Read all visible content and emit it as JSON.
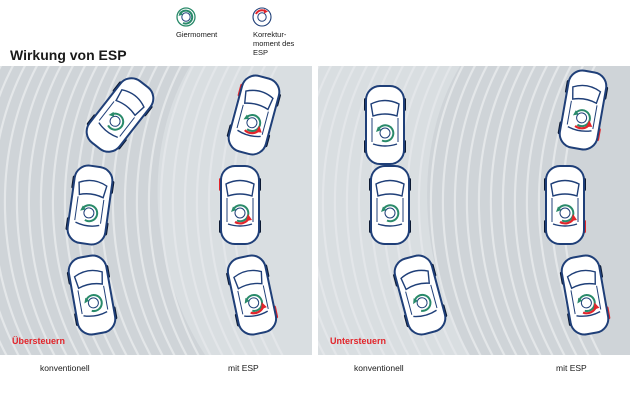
{
  "title": "Wirkung von ESP",
  "legend": {
    "yaw_label": "Giermoment",
    "correction_label_lines": [
      "Korrektur-",
      "moment des",
      "ESP"
    ]
  },
  "panels": [
    {
      "case_label": "Übersteuern",
      "left_label": "konventionell",
      "right_label": "mit ESP"
    },
    {
      "case_label": "Untersteuern",
      "left_label": "konventionell",
      "right_label": "mit ESP"
    }
  ],
  "colors": {
    "road": "#cfd4d8",
    "road_stripes": "#e8ebed",
    "verge": "#e2e6e9",
    "car_outline": "#1f3f78",
    "car_fill": "#ffffff",
    "tire": "#0d1a33",
    "yaw_arrow": "#2a8a6a",
    "correction": "#e2252b",
    "case_label": "#e2252b"
  },
  "icons": [
    "yaw-moment-icon",
    "correction-moment-icon",
    "car-icon"
  ]
}
